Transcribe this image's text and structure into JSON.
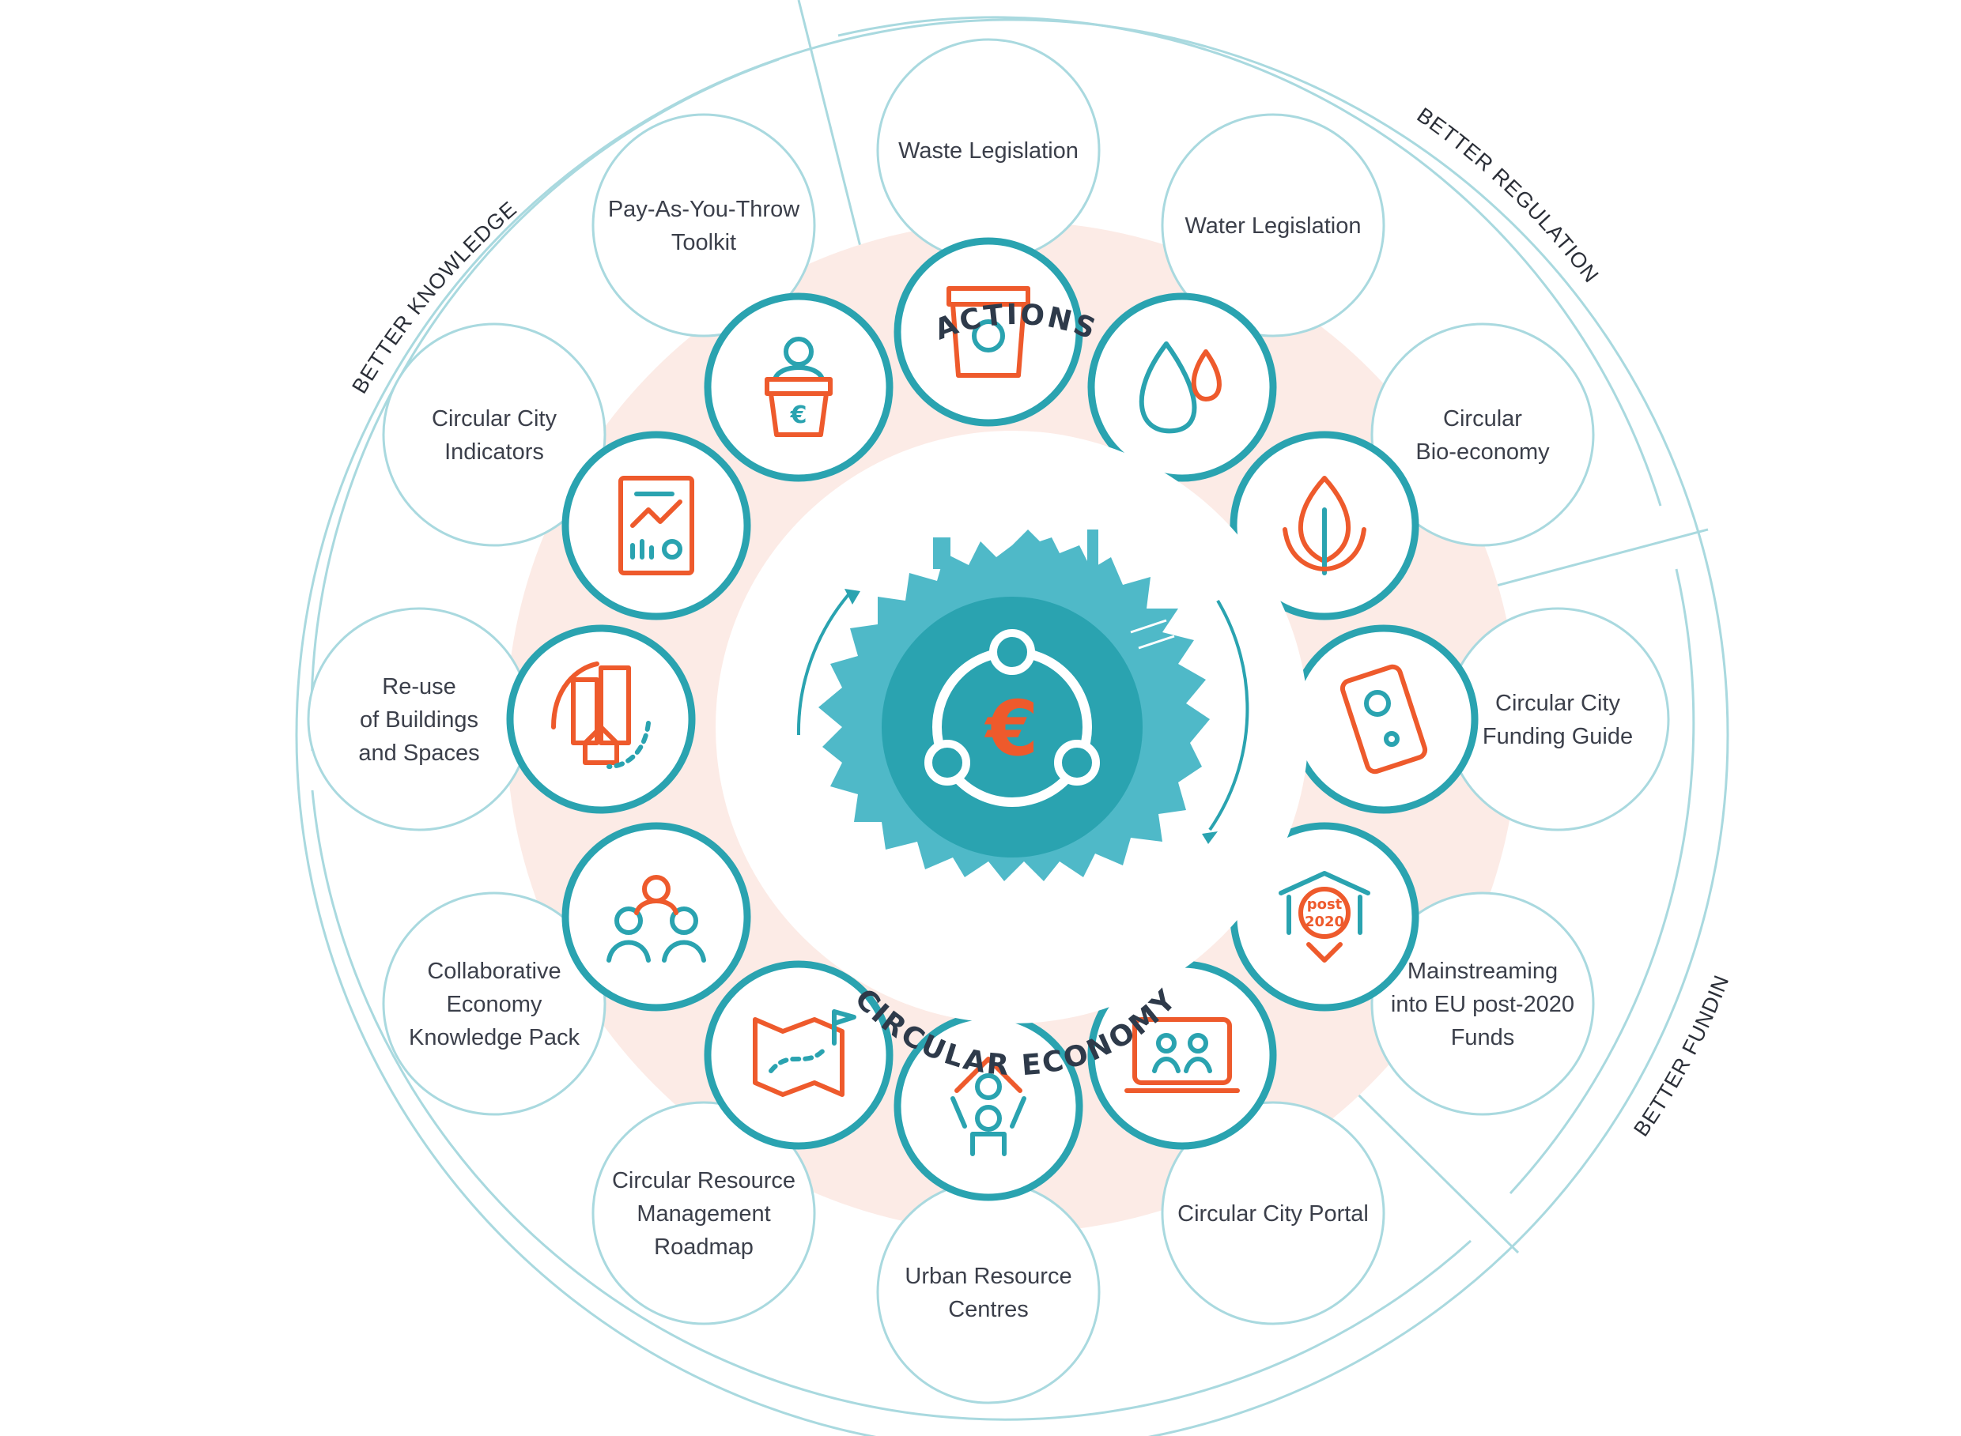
{
  "center": {
    "top_word": "ACTIONS",
    "bottom_word": "CIRCULAR ECONOMY",
    "symbol": "€"
  },
  "sectors": [
    {
      "key": "knowledge",
      "label": "BETTER KNOWLEDGE"
    },
    {
      "key": "regulation",
      "label": "BETTER REGULATION"
    },
    {
      "key": "funding",
      "label": "BETTER FUNDING"
    }
  ],
  "actions": [
    {
      "id": "waste",
      "lines": [
        "Waste Legislation"
      ],
      "icon": "waste-bin-icon"
    },
    {
      "id": "water",
      "lines": [
        "Water Legislation"
      ],
      "icon": "water-drops-icon"
    },
    {
      "id": "bioeconomy",
      "lines": [
        "Circular",
        "Bio-economy"
      ],
      "icon": "leaf-icon"
    },
    {
      "id": "funding-guide",
      "lines": [
        "Circular City",
        "Funding Guide"
      ],
      "icon": "smartphone-euro-icon"
    },
    {
      "id": "post2020",
      "lines": [
        "Mainstreaming",
        "into EU post-2020",
        "Funds"
      ],
      "icon": "post-2020-building-icon",
      "icon_text": [
        "post",
        "2020"
      ]
    },
    {
      "id": "portal",
      "lines": [
        "Circular City Portal"
      ],
      "icon": "laptop-people-icon"
    },
    {
      "id": "urc",
      "lines": [
        "Urban Resource",
        "Centres"
      ],
      "icon": "person-house-recycle-icon"
    },
    {
      "id": "roadmap",
      "lines": [
        "Circular Resource",
        "Management",
        "Roadmap"
      ],
      "icon": "map-flag-icon"
    },
    {
      "id": "collab",
      "lines": [
        "Collaborative",
        "Economy",
        "Knowledge Pack"
      ],
      "icon": "people-group-icon"
    },
    {
      "id": "reuse",
      "lines": [
        "Re-use",
        "of Buildings",
        "and Spaces"
      ],
      "icon": "buildings-cycle-icon"
    },
    {
      "id": "indicators",
      "lines": [
        "Circular City",
        "Indicators"
      ],
      "icon": "chart-clipboard-icon"
    },
    {
      "id": "payt",
      "lines": [
        "Pay-As-You-Throw",
        "Toolkit"
      ],
      "icon": "person-euro-bin-icon"
    }
  ],
  "colors": {
    "teal": "#2aa3b0",
    "teal_light": "#4fb9c8",
    "orange": "#ee5a2c",
    "peach_ring": "#fcebe6",
    "outline": "#a9d9df",
    "label_text": "#3b3f4a"
  }
}
